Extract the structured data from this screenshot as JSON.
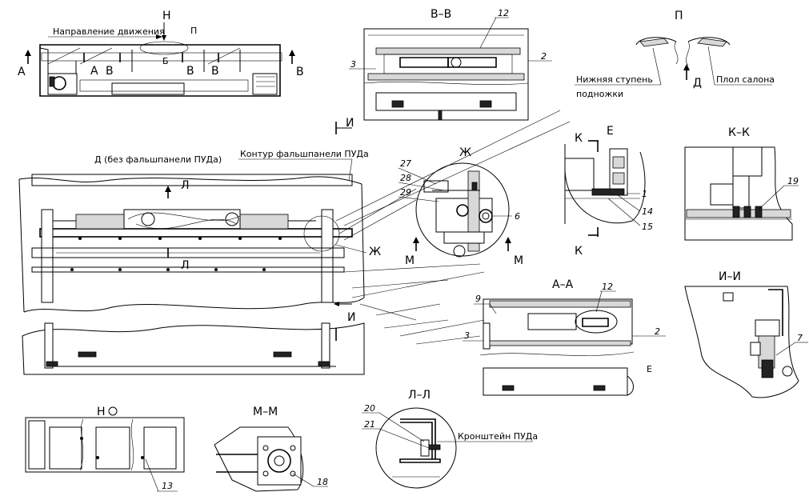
{
  "top_view": {
    "direction_label": "Направление движения",
    "view_n": "Н",
    "ref_p": "П",
    "sec_a": "А",
    "sec_v": "В",
    "sec_b": "Б"
  },
  "section_vv": {
    "title": "В–В",
    "callouts": [
      "12",
      "2",
      "3"
    ]
  },
  "view_p": {
    "title": "П",
    "step_label_1": "Нижняя ступень",
    "step_label_2": "подножки",
    "floor_label": "Плол салона",
    "view_d": "Д"
  },
  "main_view": {
    "title": "Д (без фальшпанели ПУДа)",
    "contour_label": "Контур фальшпанели ПУДа",
    "cut_l": "Л",
    "cut_i": "И",
    "ref_zh": "Ж"
  },
  "detail_zh": {
    "title": "Ж",
    "callouts": [
      "27",
      "28",
      "29",
      "6"
    ],
    "cut_m": "М"
  },
  "section_kk_mark": {
    "k": "К",
    "e": "Е",
    "callouts": [
      "1",
      "14",
      "15"
    ]
  },
  "section_kk": {
    "title": "К–К",
    "callouts": [
      "19"
    ]
  },
  "section_aa": {
    "title": "А–А",
    "callouts": [
      "12",
      "9",
      "3",
      "2"
    ],
    "ref_e": "Е"
  },
  "section_ii": {
    "title": "И–И",
    "callouts": [
      "7"
    ]
  },
  "view_n": {
    "title": "Н",
    "callouts": [
      "13"
    ]
  },
  "section_mm": {
    "title": "М–М",
    "callouts": [
      "18"
    ]
  },
  "section_ll": {
    "title": "Л–Л",
    "callouts": [
      "20",
      "21"
    ],
    "bracket_label": "Кронштейн ПУДа"
  }
}
